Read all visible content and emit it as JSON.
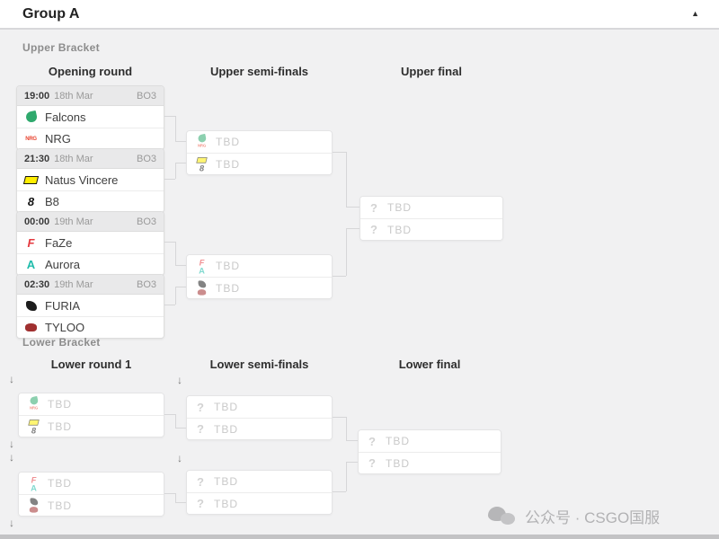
{
  "header": {
    "title": "Group A",
    "collapse_icon": "▲"
  },
  "upper_bracket": {
    "section_label": "Upper Bracket",
    "columns": [
      "Opening round",
      "Upper semi-finals",
      "Upper final"
    ],
    "matches": {
      "opening": [
        {
          "time": "19:00",
          "date": "18th Mar",
          "format": "BO3",
          "team1": "Falcons",
          "team2": "NRG"
        },
        {
          "time": "21:30",
          "date": "18th Mar",
          "format": "BO3",
          "team1": "Natus Vincere",
          "team2": "B8"
        },
        {
          "time": "00:00",
          "date": "19th Mar",
          "format": "BO3",
          "team1": "FaZe",
          "team2": "Aurora"
        },
        {
          "time": "02:30",
          "date": "19th Mar",
          "format": "BO3",
          "team1": "FURIA",
          "team2": "TYLOO"
        }
      ],
      "semifinals": [
        {
          "team1": "TBD",
          "team2": "TBD",
          "possible_teams_slot1": [
            "Falcons",
            "NRG"
          ],
          "possible_teams_slot2": [
            "Natus Vincere",
            "B8"
          ]
        },
        {
          "team1": "TBD",
          "team2": "TBD",
          "possible_teams_slot1": [
            "FaZe",
            "Aurora"
          ],
          "possible_teams_slot2": [
            "FURIA",
            "TYLOO"
          ]
        }
      ],
      "final": {
        "team1": "TBD",
        "team2": "TBD"
      }
    }
  },
  "lower_bracket": {
    "section_label": "Lower Bracket",
    "columns": [
      "Lower round 1",
      "Lower semi-finals",
      "Lower final"
    ],
    "matches": {
      "round1": [
        {
          "team1": "TBD",
          "team2": "TBD",
          "possible_teams_slot1": [
            "Falcons",
            "NRG"
          ],
          "possible_teams_slot2": [
            "Natus Vincere",
            "B8"
          ]
        },
        {
          "team1": "TBD",
          "team2": "TBD",
          "possible_teams_slot1": [
            "FaZe",
            "Aurora"
          ],
          "possible_teams_slot2": [
            "FURIA",
            "TYLOO"
          ]
        }
      ],
      "semifinals": [
        {
          "team1": "TBD",
          "team2": "TBD"
        },
        {
          "team1": "TBD",
          "team2": "TBD"
        }
      ],
      "final": {
        "team1": "TBD",
        "team2": "TBD"
      }
    }
  },
  "icons": {
    "drop_arrow": "↓",
    "unknown_team": "?",
    "wechat_icon": "wechat-bubbles"
  },
  "watermark": {
    "text": "公众号 · CSGO国服"
  },
  "colors": {
    "page_bg": "#f1f1f2",
    "titlebar_bg": "#ffffff",
    "card_header_bg": "#e9e9ea",
    "falcons": "#2fa96d",
    "nrg": "#e8432f",
    "navi": "#ffee00",
    "b8": "#141414",
    "faze": "#e4393f",
    "aurora": "#1fbcab",
    "furia": "#1d1d1d",
    "tyloo": "#a03030",
    "tbd_text": "#c9c9c9",
    "connector": "#d6d6d8",
    "watermark_text": "#b2b2b4"
  }
}
